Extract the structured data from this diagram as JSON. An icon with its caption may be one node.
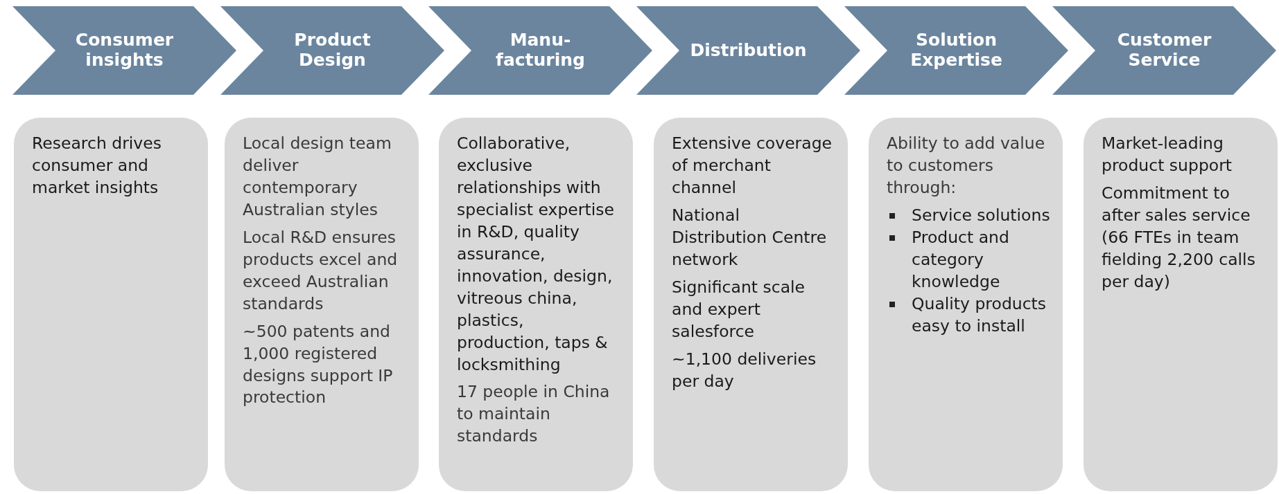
{
  "diagram": {
    "nodes": [
      {
        "text": [
          "Consumer insights"
        ]
      },
      {
        "text": [
          "Product Design"
        ]
      },
      {
        "text": [
          "Manu- facturing"
        ]
      },
      {
        "text": [
          "Distribution"
        ]
      },
      {
        "text": [
          "Solution Expertise"
        ]
      },
      {
        "text": [
          "Customer Service"
        ]
      },
      {
        "text": [
          "Research drives consumer and market insights"
        ]
      },
      {
        "text": [
          "Local design team deliver contemporary Australian styles",
          "Local R&D ensures products excel and exceed Australian standards",
          "~500 patents and 1,000 registered designs support IP protection"
        ]
      },
      {
        "text": [
          "Collaborative, exclusive relationships with specialist expertise in R&D, quality assurance, innovation, design, vitreous china, plastics, production, taps & locksmithing",
          "17 people in China to maintain standards"
        ]
      },
      {
        "text": [
          "Extensive coverage of merchant channel",
          "National Distribution Centre network",
          "Significant scale and expert salesforce",
          "~1,100 deliveries per day"
        ]
      },
      {
        "text": [
          "Ability to add value to customers through:",
          "Service solutions",
          "Product and category knowledge",
          "Quality products easy to install"
        ]
      },
      {
        "text": [
          "Market-leading product support",
          "Commitment to after sales service (66 FTEs in team fielding 2,200 calls per day)"
        ]
      }
    ]
  }
}
